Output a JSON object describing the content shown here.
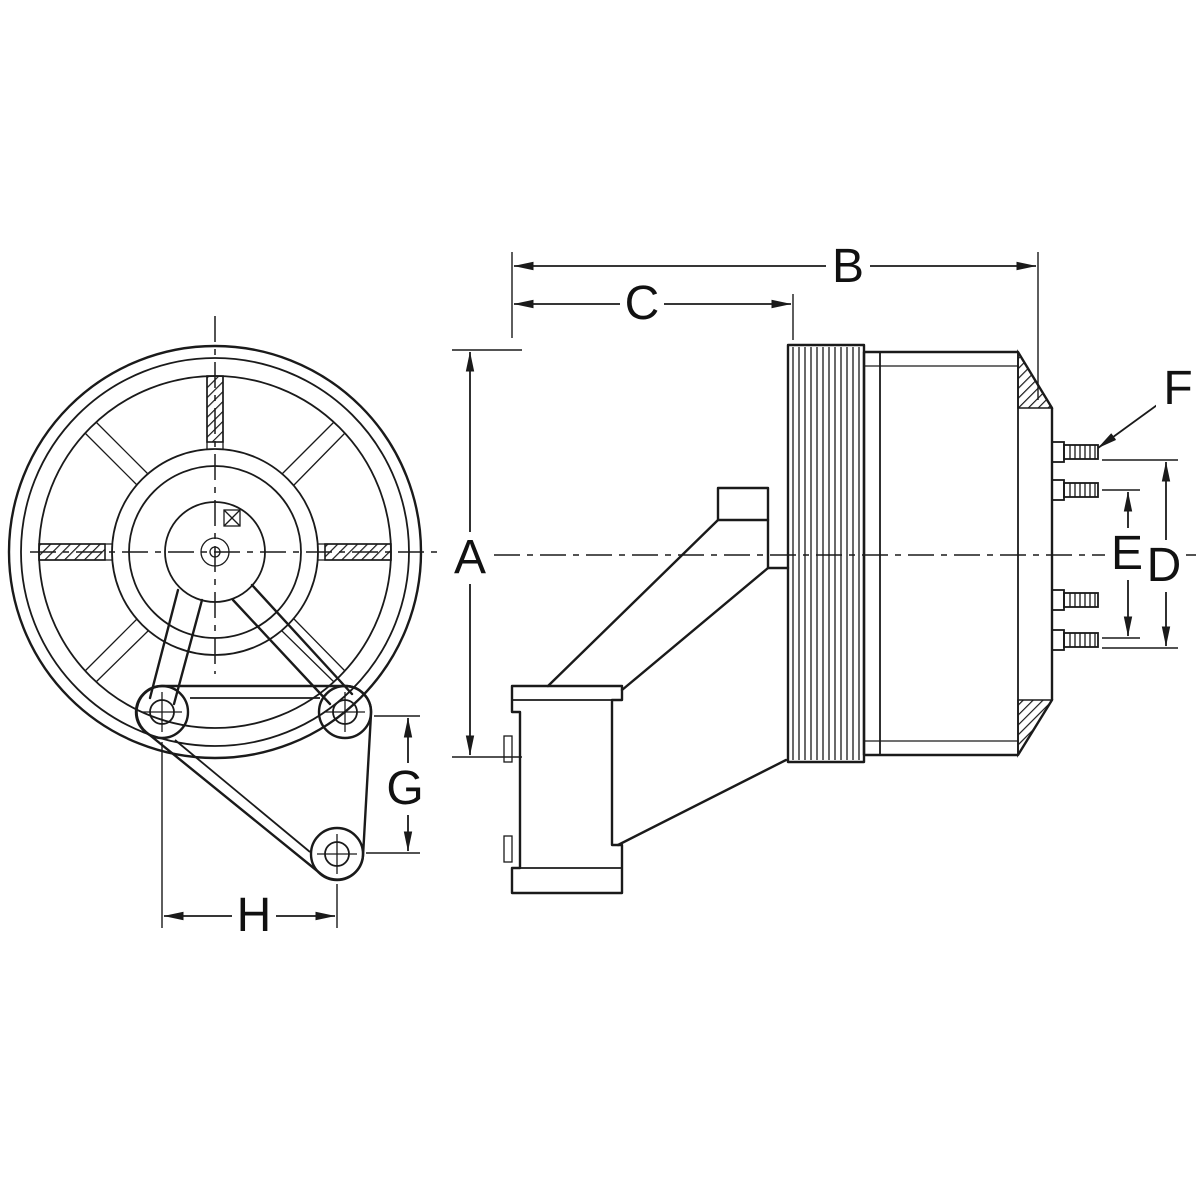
{
  "diagram": {
    "description": "Black-and-white engineering dimension drawing of a fan clutch assembly shown in front view (left, pulley with spokes and triangular mounting bracket) and side view (right, grooved pulley, clutch body and mounting studs)",
    "dimension_labels": {
      "A": "A",
      "B": "B",
      "C": "C",
      "D": "D",
      "E": "E",
      "F": "F",
      "G": "G",
      "H": "H"
    }
  },
  "colors": {
    "line_color": "#1a1a1a",
    "background": "#ffffff"
  }
}
